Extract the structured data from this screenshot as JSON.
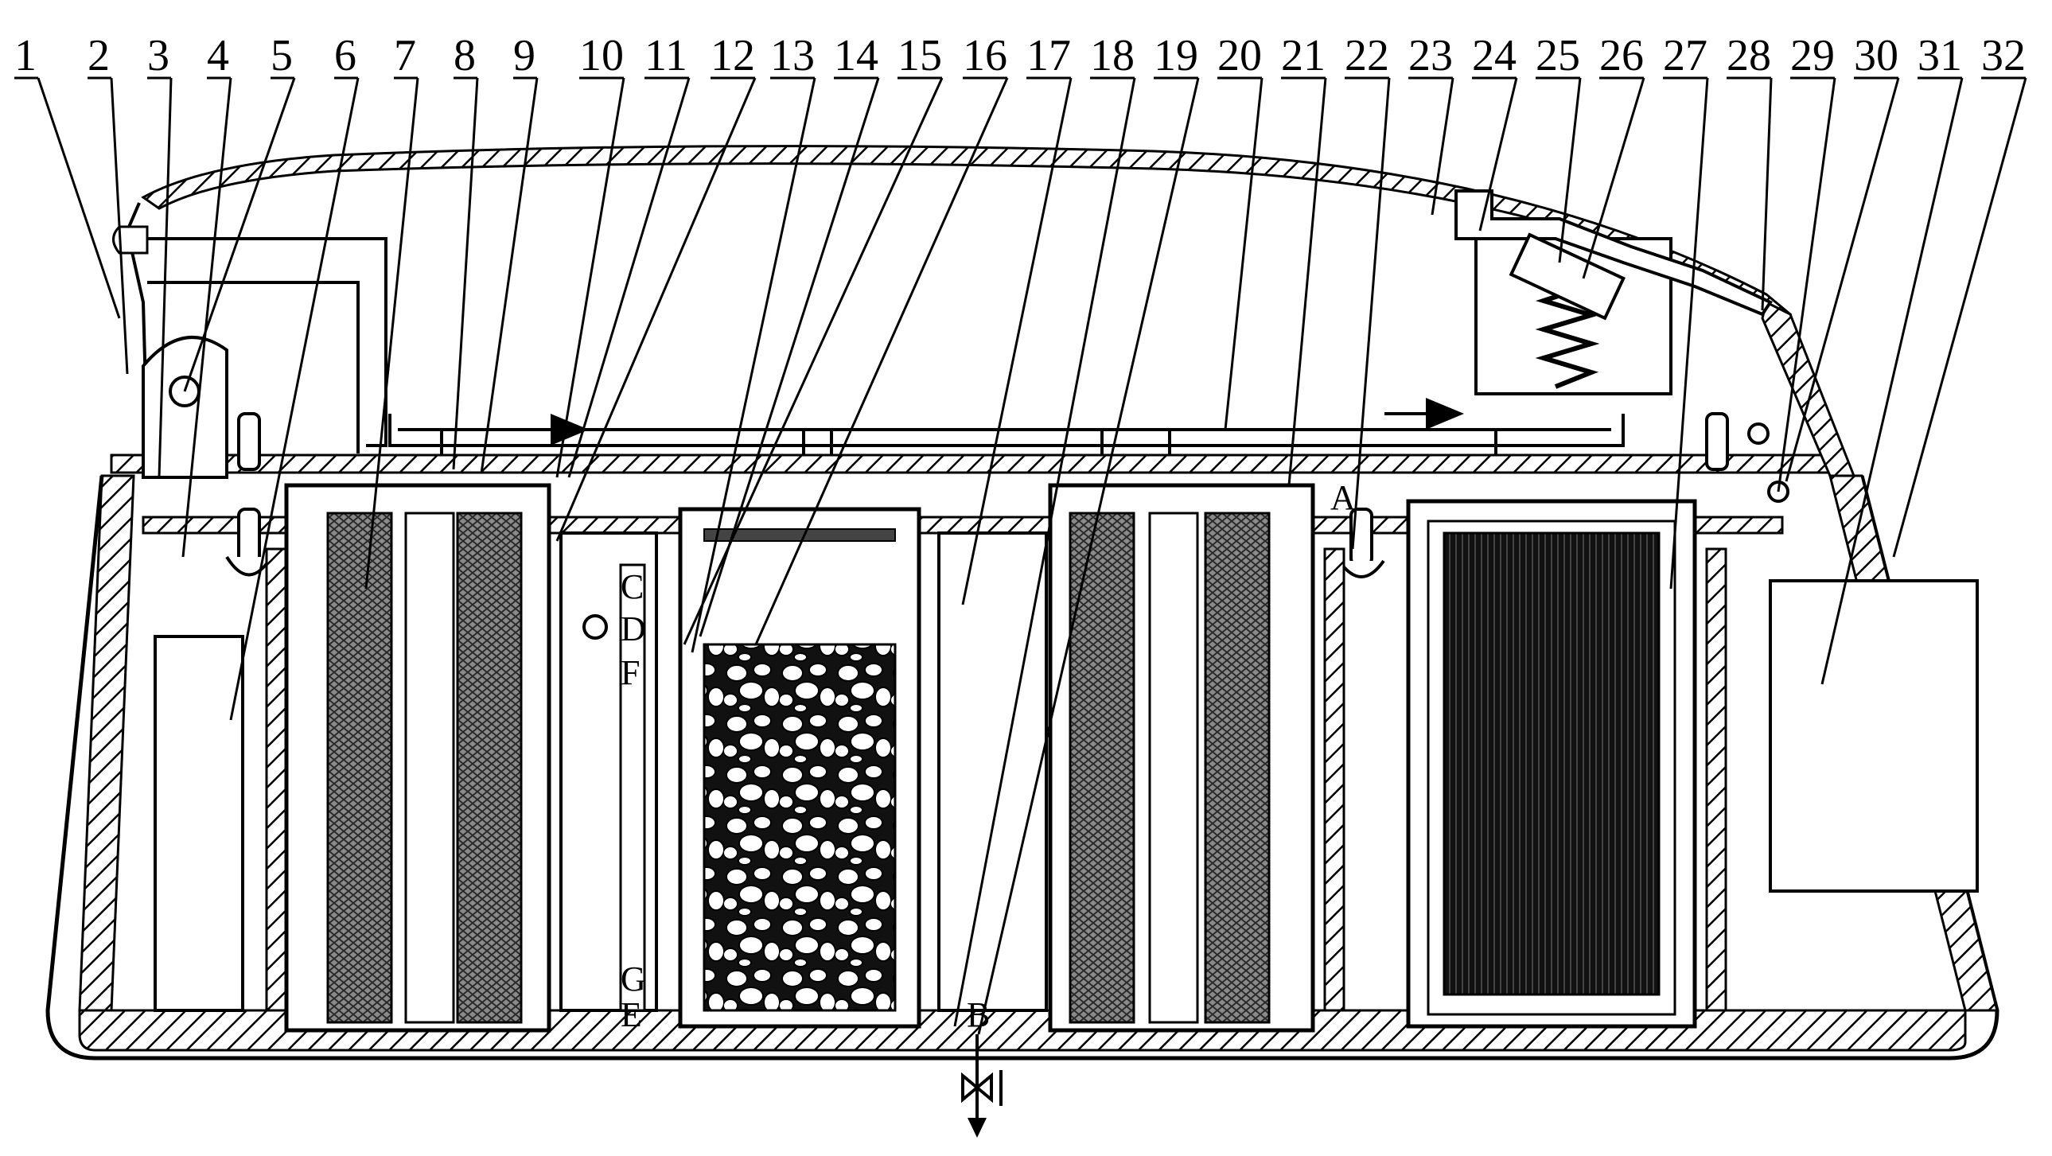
{
  "part_labels": [
    "1",
    "2",
    "3",
    "4",
    "5",
    "6",
    "7",
    "8",
    "9",
    "10",
    "11",
    "12",
    "13",
    "14",
    "15",
    "16",
    "17",
    "18",
    "19",
    "20",
    "21",
    "22",
    "23",
    "24",
    "25",
    "26",
    "27",
    "28",
    "29",
    "30",
    "31",
    "32"
  ],
  "port_labels": {
    "a": "A",
    "b": "B",
    "c": "C",
    "d": "D",
    "e": "E",
    "f": "F",
    "g": "G"
  },
  "colors": {
    "ink": "#000000",
    "paper": "#ffffff",
    "filter_fill": "#6b6b6b",
    "carbon_fill": "#1a1a1a"
  }
}
